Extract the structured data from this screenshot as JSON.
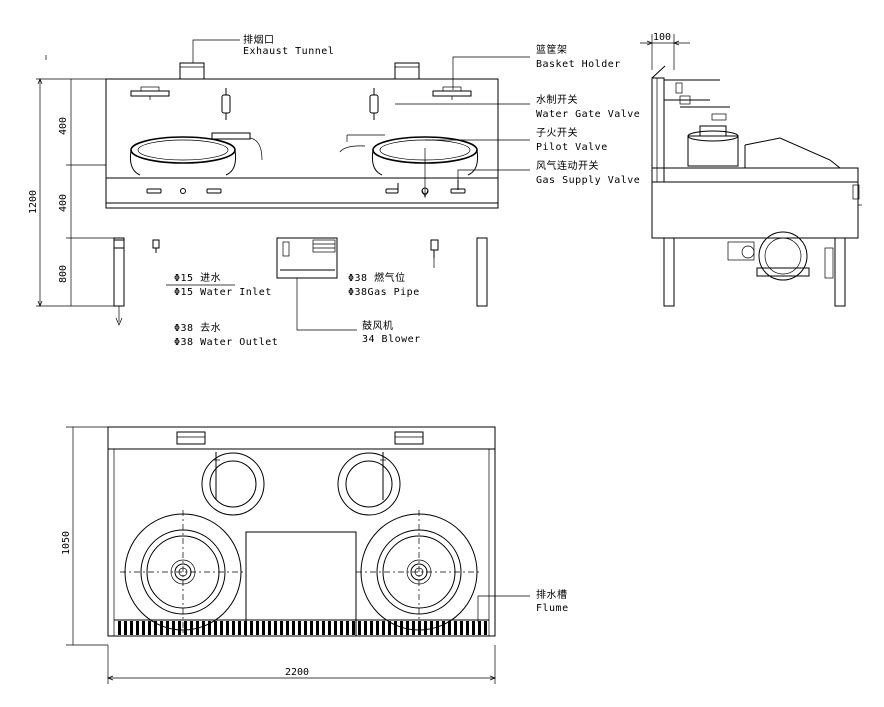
{
  "labels": {
    "exhaust_cn": "排烟口",
    "exhaust_en": "Exhaust Tunnel",
    "basket_cn": "篮筐架",
    "basket_en": "Basket Holder",
    "water_gate_cn": "水制开关",
    "water_gate_en": "Water Gate Valve",
    "pilot_cn": "子火开关",
    "pilot_en": "Pilot Valve",
    "gas_supply_cn": "风气连动开关",
    "gas_supply_en": "Gas Supply Valve",
    "water_inlet_cn": "Φ15 进水",
    "water_inlet_en": "Φ15 Water Inlet",
    "gas_pipe_cn": "Φ38 燃气位",
    "gas_pipe_en": "Φ38Gas Pipe",
    "water_outlet_cn": "Φ38 去水",
    "water_outlet_en": "Φ38 Water Outlet",
    "blower_cn": "鼓风机",
    "blower_en": "34 Blower",
    "flume_cn": "排水槽",
    "flume_en": "Flume"
  },
  "dimensions": {
    "side_width": "100",
    "upper_height": "400",
    "middle_height": "400",
    "leg_height": "800",
    "total_height": "1200",
    "depth": "1050",
    "length": "2200"
  }
}
